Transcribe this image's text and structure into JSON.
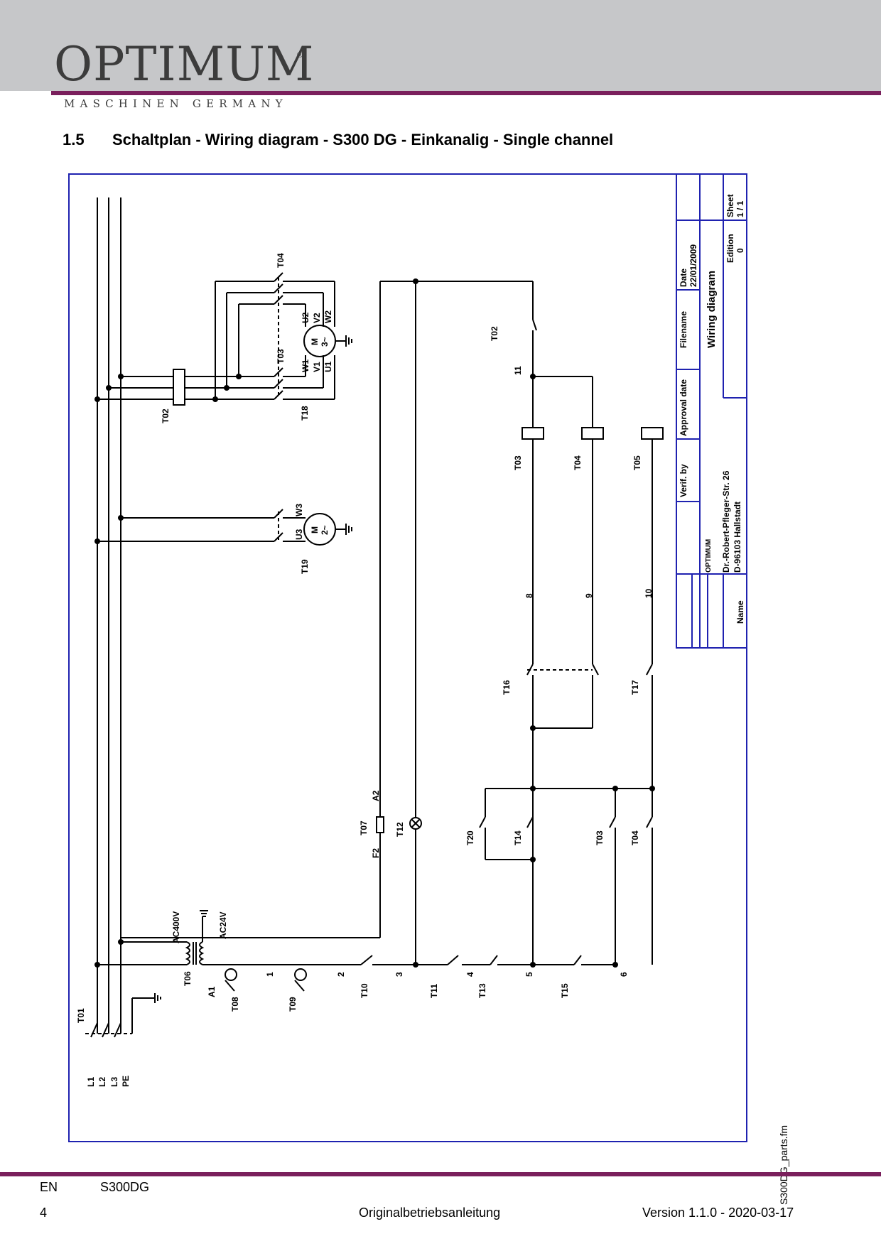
{
  "header": {
    "logo_text": "OPTIMUM",
    "logo_reg": "®",
    "logo_subtitle": "MASCHINEN GERMANY"
  },
  "section": {
    "number": "1.5",
    "title": "Schaltplan - Wiring diagram - S300 DG - Einkanalig - Single channel"
  },
  "diagram": {
    "supply_labels": [
      "L1",
      "L2",
      "L3",
      "PE"
    ],
    "components": {
      "T01": "T01",
      "T02": "T02",
      "T03": "T03",
      "T04": "T04",
      "T05": "T05",
      "T06": "T06",
      "T07": "T07",
      "T08": "T08",
      "T09": "T09",
      "T10": "T10",
      "T11": "T11",
      "T12": "T12",
      "T13": "T13",
      "T14": "T14",
      "T15": "T15",
      "T16": "T16",
      "T17": "T17",
      "T18": "T18",
      "T19": "T19",
      "T20": "T20"
    },
    "transformer": {
      "primary": "AC400V",
      "secondary": "AC24V",
      "a1": "A1"
    },
    "fuse": {
      "f2": "F2",
      "a2": "A2"
    },
    "motor1": {
      "symbol_m": "M",
      "symbol_phase": "3~",
      "terminals": [
        "U2",
        "V2",
        "W2",
        "W1",
        "V1",
        "U1"
      ]
    },
    "motor2": {
      "symbol_m": "M",
      "symbol_phase": "2~",
      "terminals": [
        "U3",
        "W3"
      ]
    },
    "wire_numbers": [
      "1",
      "2",
      "3",
      "4",
      "5",
      "6",
      "8",
      "9",
      "10",
      "11"
    ]
  },
  "title_block": {
    "date_label": "Date",
    "date_value": "22/01/2009",
    "filename_label": "Filename",
    "filename_value": "Wiring diagram",
    "approval_label": "Approval date",
    "verif_label": "Verif. by",
    "name_label": "Name",
    "edition_label": "Edition",
    "edition_value": "0",
    "sheet_label": "Sheet",
    "sheet_value": "1 / 1",
    "company_logo": "OPTIMUM",
    "address_street": "Dr.-Robert-Pfleger-Str. 26",
    "address_city": "D-96103 Hallstadt"
  },
  "side_filename": "S300DG_parts.fm",
  "footer": {
    "language": "EN",
    "model": "S300DG",
    "page": "4",
    "document": "Originalbetriebsanleitung",
    "version": "Version 1.1.0 - 2020-03-17"
  }
}
